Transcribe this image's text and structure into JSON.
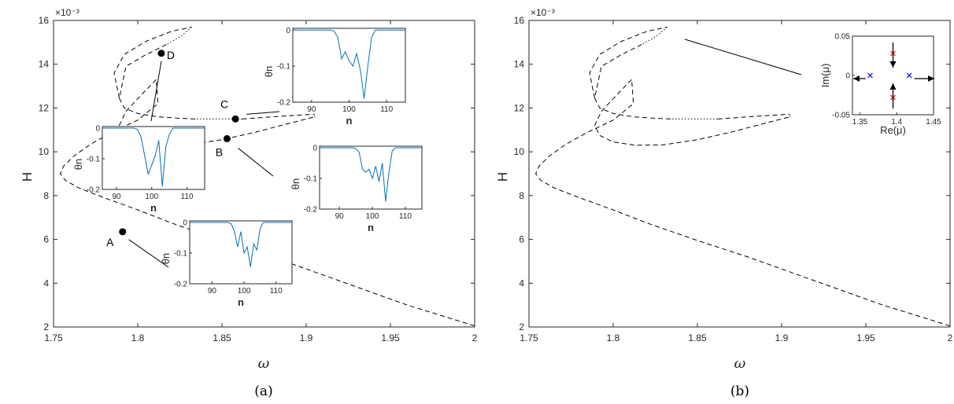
{
  "chart_data": [
    {
      "type": "line",
      "panel": "a",
      "caption": "(a)",
      "xlabel": "ω",
      "ylabel": "H",
      "y_exponent": "×10⁻³",
      "xlim": [
        1.75,
        2.0
      ],
      "ylim": [
        2,
        16
      ],
      "xticks": [
        "1.75",
        "1.8",
        "1.85",
        "1.9",
        "1.95",
        "2"
      ],
      "yticks": [
        "2",
        "4",
        "6",
        "8",
        "10",
        "12",
        "14",
        "16"
      ],
      "points": [
        {
          "label": "A",
          "x": 1.791,
          "y": 6.35
        },
        {
          "label": "B",
          "x": 1.853,
          "y": 10.6
        },
        {
          "label": "C",
          "x": 1.858,
          "y": 11.5
        },
        {
          "label": "D",
          "x": 1.814,
          "y": 14.5
        }
      ],
      "insets": [
        {
          "id": "A",
          "xlabel": "n",
          "ylabel": "θn",
          "xlim": [
            83,
            115
          ],
          "ylim": [
            -0.2,
            0.005
          ],
          "xticks": [
            "90",
            "100",
            "110"
          ],
          "yticks": [
            "0",
            "-0.1",
            "-0.2"
          ],
          "x": [
            83,
            95,
            96,
            97,
            98,
            99,
            100,
            101,
            102,
            103,
            104,
            105,
            106,
            115
          ],
          "y": [
            0,
            0,
            -0.005,
            -0.03,
            -0.08,
            -0.03,
            -0.1,
            -0.08,
            -0.145,
            -0.07,
            -0.09,
            -0.02,
            0,
            0
          ]
        },
        {
          "id": "B",
          "xlabel": "n",
          "ylabel": "θn",
          "xlim": [
            84,
            115
          ],
          "ylim": [
            -0.2,
            0.005
          ],
          "xticks": [
            "90",
            "100",
            "110"
          ],
          "yticks": [
            "0",
            "-0.1",
            "-0.2"
          ],
          "x": [
            84,
            94,
            95,
            96,
            97,
            98,
            99,
            100,
            101,
            102,
            103,
            104,
            105,
            106,
            107,
            115
          ],
          "y": [
            0,
            0,
            -0.003,
            -0.015,
            -0.07,
            -0.08,
            -0.07,
            -0.1,
            -0.06,
            -0.11,
            -0.05,
            -0.175,
            -0.08,
            -0.01,
            0,
            0
          ]
        },
        {
          "id": "C",
          "xlabel": "n",
          "ylabel": "θn",
          "xlim": [
            85,
            115
          ],
          "ylim": [
            -0.2,
            0.005
          ],
          "xticks": [
            "90",
            "100",
            "110"
          ],
          "yticks": [
            "0",
            "-0.1",
            "-0.2"
          ],
          "x": [
            85,
            95,
            96,
            97,
            98,
            99,
            100,
            101,
            102,
            103,
            104,
            105,
            106,
            107,
            115
          ],
          "y": [
            0,
            0,
            -0.003,
            -0.02,
            -0.08,
            -0.06,
            -0.085,
            -0.1,
            -0.065,
            -0.11,
            -0.19,
            -0.1,
            -0.02,
            0,
            0
          ]
        },
        {
          "id": "D",
          "xlabel": "n",
          "ylabel": "θn",
          "xlim": [
            86,
            115
          ],
          "ylim": [
            -0.2,
            0.005
          ],
          "xticks": [
            "90",
            "100",
            "110"
          ],
          "yticks": [
            "0",
            "-0.1",
            "-0.2"
          ],
          "x": [
            86,
            95,
            96,
            97,
            98,
            99,
            100,
            101,
            102,
            103,
            104,
            105,
            106,
            107,
            115
          ],
          "y": [
            0,
            0,
            -0.005,
            -0.03,
            -0.09,
            -0.15,
            -0.12,
            -0.09,
            -0.04,
            -0.19,
            -0.06,
            -0.02,
            0,
            0,
            0
          ]
        }
      ]
    },
    {
      "type": "line",
      "panel": "b",
      "caption": "(b)",
      "xlabel": "ω",
      "ylabel": "H",
      "y_exponent": "×10⁻³",
      "xlim": [
        1.75,
        2.0
      ],
      "ylim": [
        2,
        16
      ],
      "xticks": [
        "1.75",
        "1.8",
        "1.85",
        "1.9",
        "1.95",
        "2"
      ],
      "yticks": [
        "2",
        "4",
        "6",
        "8",
        "10",
        "12",
        "14",
        "16"
      ],
      "inset": {
        "xlabel": "Re(μ)",
        "ylabel": "Im(μ)",
        "xlim": [
          1.34,
          1.45
        ],
        "ylim": [
          -0.05,
          0.05
        ],
        "xticks": [
          "1.35",
          "1.4",
          "1.45"
        ],
        "yticks": [
          "0.05",
          "0",
          "-0.05"
        ],
        "markers": [
          {
            "re": 1.364,
            "im": 0.0,
            "color": "#0000ff"
          },
          {
            "re": 1.417,
            "im": 0.0,
            "color": "#0000ff"
          },
          {
            "re": 1.395,
            "im": 0.028,
            "color": "#ff0000"
          },
          {
            "re": 1.395,
            "im": -0.028,
            "color": "#ff0000"
          }
        ]
      }
    }
  ],
  "curve": {
    "dashed": [
      [
        [
          2.0,
          2.05
        ],
        [
          1.96,
          3.0
        ],
        [
          1.92,
          4.1
        ],
        [
          1.88,
          5.2
        ],
        [
          1.85,
          5.95
        ],
        [
          1.82,
          6.75
        ],
        [
          1.8,
          7.35
        ],
        [
          1.78,
          7.9
        ],
        [
          1.765,
          8.35
        ],
        [
          1.757,
          8.7
        ],
        [
          1.754,
          9.0
        ],
        [
          1.756,
          9.35
        ],
        [
          1.762,
          9.8
        ],
        [
          1.772,
          10.35
        ],
        [
          1.785,
          10.9
        ],
        [
          1.8,
          11.45
        ],
        [
          1.812,
          12.2
        ],
        [
          1.811,
          13.3
        ]
      ],
      [
        [
          1.811,
          13.3
        ],
        [
          1.804,
          12.75
        ],
        [
          1.793,
          11.85
        ],
        [
          1.789,
          11.2
        ],
        [
          1.792,
          10.75
        ],
        [
          1.8,
          10.45
        ],
        [
          1.813,
          10.3
        ],
        [
          1.83,
          10.32
        ],
        [
          1.85,
          10.55
        ],
        [
          1.87,
          10.9
        ],
        [
          1.89,
          11.3
        ],
        [
          1.905,
          11.6
        ]
      ],
      [
        [
          1.789,
          12.45
        ],
        [
          1.786,
          13.6
        ],
        [
          1.792,
          14.45
        ],
        [
          1.805,
          15.05
        ],
        [
          1.82,
          15.5
        ],
        [
          1.832,
          15.7
        ]
      ],
      [
        [
          1.789,
          12.45
        ],
        [
          1.792,
          12.0
        ],
        [
          1.8,
          11.75
        ],
        [
          1.812,
          11.6
        ],
        [
          1.825,
          11.53
        ],
        [
          1.835,
          11.5
        ]
      ],
      [
        [
          1.862,
          11.5
        ],
        [
          1.88,
          11.6
        ],
        [
          1.905,
          11.72
        ]
      ]
    ],
    "dotted": [
      [
        [
          1.832,
          15.7
        ],
        [
          1.826,
          15.3
        ],
        [
          1.817,
          14.9
        ]
      ],
      [
        [
          1.835,
          11.5
        ],
        [
          1.862,
          11.5
        ]
      ],
      [
        [
          1.905,
          11.6
        ],
        [
          1.905,
          11.72
        ]
      ]
    ],
    "dashed_b_extra": [
      [
        [
          1.817,
          14.9
        ],
        [
          1.804,
          14.4
        ],
        [
          1.793,
          13.9
        ],
        [
          1.789,
          12.45
        ]
      ]
    ]
  }
}
